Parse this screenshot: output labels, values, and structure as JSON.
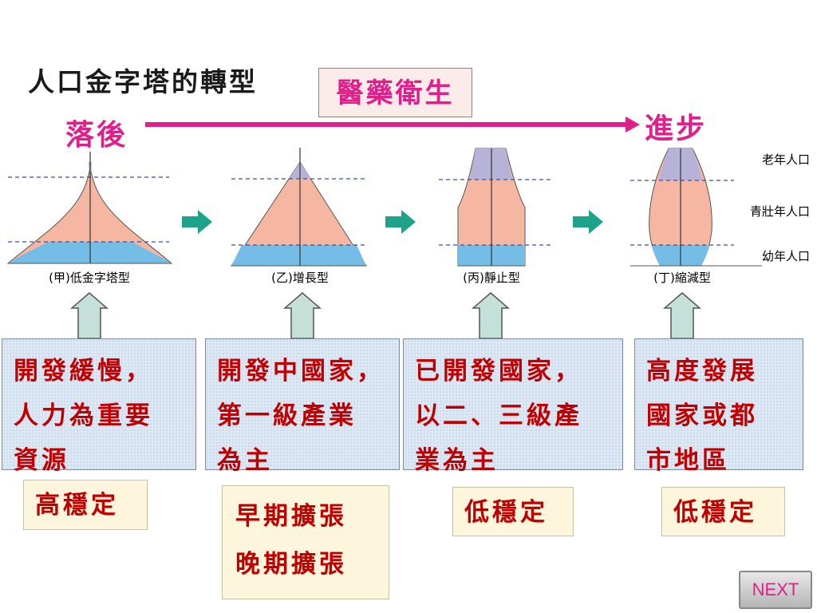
{
  "title": "人口金字塔的轉型",
  "medical_label": "醫藥衛生",
  "backward_label": "落後",
  "progress_label": "進步",
  "legend": {
    "elderly": "老年人口",
    "adult": "青壯年人口",
    "youth": "幼年人口"
  },
  "pyramids": [
    {
      "label": "(甲)低金字塔型"
    },
    {
      "label": "(乙)增長型"
    },
    {
      "label": "(丙)靜止型"
    },
    {
      "label": "(丁)縮減型"
    }
  ],
  "descriptions": [
    "開發緩慢，\n人力為重要\n資源",
    "開發中國家，\n第一級產業\n為主",
    "已開發國家，\n以二、三級產\n業為主",
    "高度發展\n國家或都\n市地區"
  ],
  "tags": [
    {
      "lines": [
        "高穩定"
      ]
    },
    {
      "lines": [
        "早期擴張",
        "晚期擴張"
      ]
    },
    {
      "lines": [
        "低穩定"
      ]
    },
    {
      "lines": [
        "低穩定"
      ]
    }
  ],
  "next_label": "NEXT",
  "colors": {
    "magenta": "#e0208a",
    "elderly": "#b7b3d8",
    "adult": "#f6b7a2",
    "youth": "#74bde7",
    "teal_arrow": "#1da38a",
    "text_red": "#c00000"
  }
}
